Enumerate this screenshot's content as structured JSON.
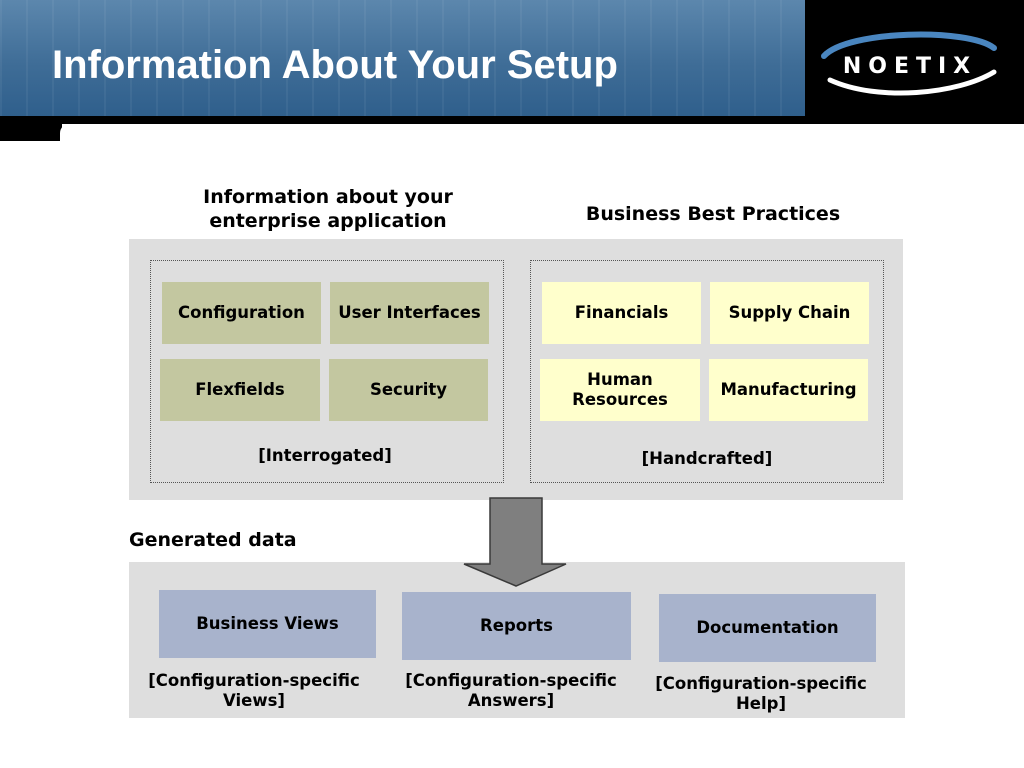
{
  "header": {
    "title": "Information About Your Setup",
    "logo_text": "NOETIX",
    "colors": {
      "header_blue": "#3f6d97",
      "logo_bg": "#000000"
    }
  },
  "diagram": {
    "left_heading": "Information about your enterprise application",
    "right_heading": "Business Best Practices",
    "interrogated": {
      "items": [
        "Configuration",
        "User Interfaces",
        "Flexfields",
        "Security"
      ],
      "label": "[Interrogated]"
    },
    "handcrafted": {
      "items": [
        "Financials",
        "Supply Chain",
        "Human Resources",
        "Manufacturing"
      ],
      "label": "[Handcrafted]"
    },
    "generated_heading": "Generated data",
    "generated": {
      "items": [
        {
          "label": "Business Views",
          "tag": "[Configuration-specific Views]"
        },
        {
          "label": "Reports",
          "tag": "[Configuration-specific Answers]"
        },
        {
          "label": "Documentation",
          "tag": "[Configuration-specific Help]"
        }
      ]
    },
    "colors": {
      "interrogated_box": "#c3c7a0",
      "handcrafted_box": "#ffffcc",
      "generated_box": "#a8b3cc",
      "panel": "#dedede",
      "arrow": "#7f7f7f"
    }
  }
}
